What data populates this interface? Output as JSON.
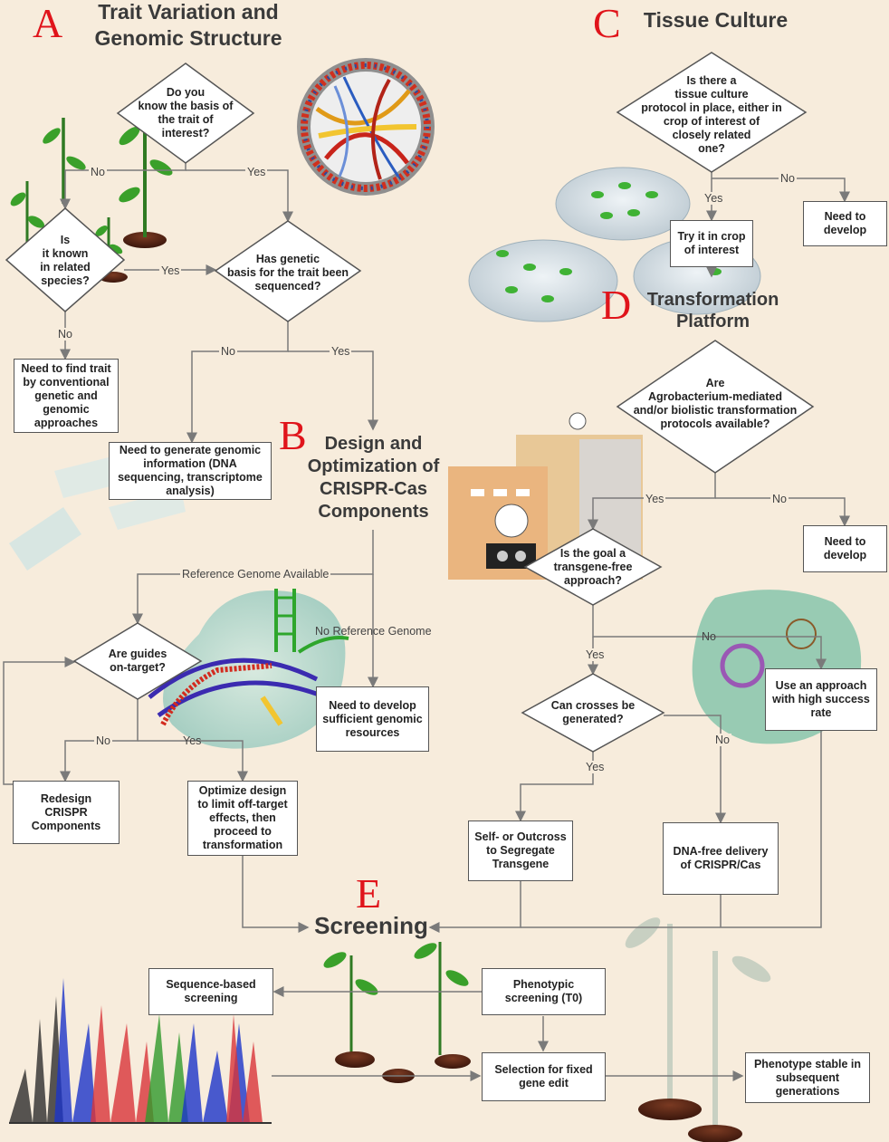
{
  "section_letters": {
    "a": "A",
    "b": "B",
    "c": "C",
    "d": "D",
    "e": "E"
  },
  "titles": {
    "a_line1": "Trait Variation and",
    "a_line2": "Genomic Structure",
    "b_line1": "Design and",
    "b_line2": "Optimization of",
    "b_line3": "CRISPR-Cas",
    "b_line4": "Components",
    "c": "Tissue Culture",
    "d_line1": "Transformation",
    "d_line2": "Platform",
    "e": "Screening"
  },
  "decisions": {
    "know_basis": [
      "Do you",
      "know the basis of",
      "the trait of",
      "interest?"
    ],
    "known_related": [
      "Is",
      "it known",
      "in related",
      "species?"
    ],
    "sequenced": [
      "Has genetic",
      "basis for the trait been",
      "sequenced?"
    ],
    "guides_on_target": [
      "Are guides",
      "on-target?"
    ],
    "tissue_protocol": [
      "Is there a",
      "tissue culture",
      "protocol in place, either in",
      "crop of interest of",
      "closely related",
      "one?"
    ],
    "agro_protocols": [
      "Are",
      "Agrobacterium-mediated",
      "and/or biolistic transformation",
      "protocols available?"
    ],
    "transgene_free": [
      "Is the goal a",
      "transgene-free",
      "approach?"
    ],
    "crosses": [
      "Can crosses be",
      "generated?"
    ]
  },
  "boxes": {
    "find_trait": "Need to find trait by conventional genetic and genomic approaches",
    "generate_genomic": "Need to generate genomic information (DNA sequencing, transcriptome analysis)",
    "develop_resources": "Need to develop sufficient genomic resources",
    "redesign": "Redesign CRISPR Components",
    "optimize": "Optimize design to limit off-target effects, then proceed to transformation",
    "try_crop": "Try it in crop of interest",
    "need_develop_1": "Need to develop",
    "need_develop_2": "Need to develop",
    "high_success": "Use an approach with high success rate",
    "self_outcross": "Self- or Outcross to Segregate Transgene",
    "dna_free": "DNA-free delivery of CRISPR/Cas",
    "sequence_screening": "Sequence-based screening",
    "phenotypic_screening": "Phenotypic screening (T0)",
    "selection_fixed": "Selection for fixed gene edit",
    "phenotype_stable": "Phenotype stable in subsequent generations"
  },
  "edge_labels": {
    "no_1": "No",
    "yes_1": "Yes",
    "yes_2": "Yes",
    "no_2": "No",
    "no_3": "No",
    "yes_3": "Yes",
    "ref_available": "Reference Genome Available",
    "no_ref": "No Reference Genome",
    "no_4": "No",
    "yes_4": "Yes",
    "yes_5": "Yes",
    "no_5": "No",
    "yes_6": "Yes",
    "no_6": "No",
    "no_7": "No",
    "yes_7": "Yes",
    "yes_8": "Yes",
    "no_8": "No"
  },
  "colors": {
    "background": "#f7ecdc",
    "title_letter": "#e0141b",
    "line": "#7a7a7a",
    "box_border": "#555555"
  }
}
